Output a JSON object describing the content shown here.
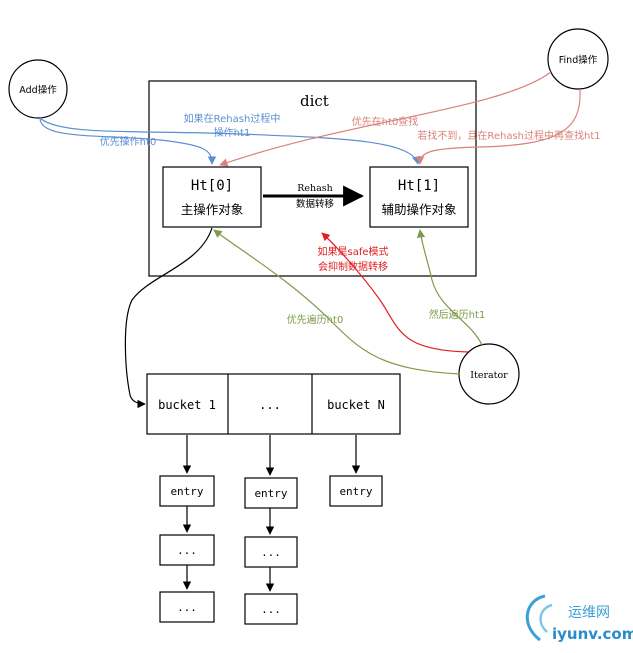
{
  "nodes": {
    "add": "Add操作",
    "find": "Find操作",
    "iterator": "Iterator",
    "dict": "dict",
    "ht0": {
      "title": "Ht[0]",
      "subtitle": "主操作对象"
    },
    "ht1": {
      "title": "Ht[1]",
      "subtitle": "辅助操作对象"
    },
    "buckets": [
      "bucket 1",
      "...",
      "bucket N"
    ],
    "entries": [
      "entry",
      "entry",
      "entry"
    ],
    "more": "..."
  },
  "labels": {
    "rehash_top": "Rehash",
    "rehash_bottom": "数据转移",
    "add_rehash_1": "如果在Rehash过程中",
    "add_rehash_2": "操作ht1",
    "add_first": "优先操作ht0",
    "find_first": "优先在ht0查找",
    "find_fallback": "若找不到，且在Rehash过程中再查找ht1",
    "safe_1": "如果是safe模式",
    "safe_2": "会抑制数据转移",
    "iter_first": "优先遍历ht0",
    "iter_then": "然后遍历ht1"
  },
  "watermark": {
    "cn": "运维网",
    "url": "iyunv.com"
  },
  "colors": {
    "line": "#000000",
    "add": "#5b8fd0",
    "find": "#d9827a",
    "safe": "#e02020",
    "iterator": "#7f9a4a"
  }
}
